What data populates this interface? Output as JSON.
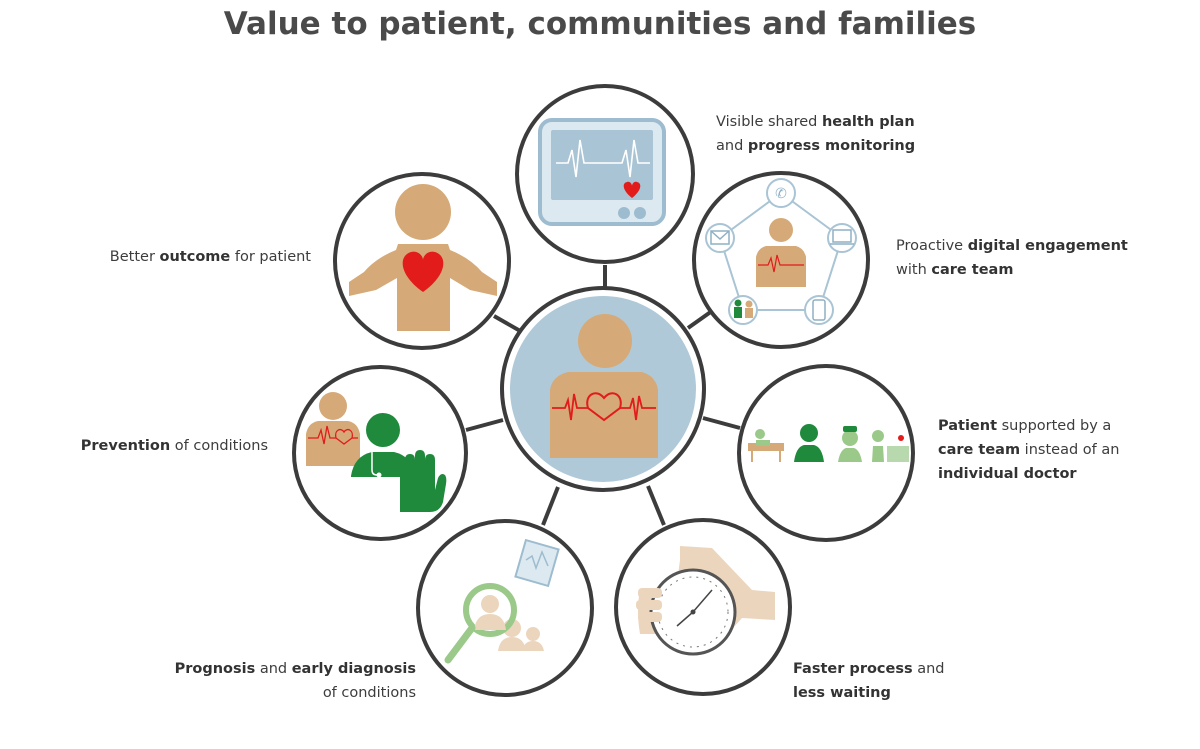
{
  "title": "Value to patient, communities and families",
  "colors": {
    "ring": "#3c3c3c",
    "center_fill": "#afc9d8",
    "skin": "#d5aa78",
    "heart": "#e21b1b",
    "green": "#1f8a3c",
    "light_green": "#9ac98a",
    "monitor_fill": "#dce9f0",
    "monitor_stroke": "#9dbccf",
    "hand": "#ecd5bd"
  },
  "labels": {
    "monitoring": {
      "t1": "Visible shared ",
      "b1": "health plan",
      "t2": "and ",
      "b2": "progress monitoring"
    },
    "digital": {
      "t1": "Proactive ",
      "b1": "digital engagement",
      "t2": "with ",
      "b2": "care team"
    },
    "outcome": {
      "t1": "Better ",
      "b1": "outcome",
      "t2": " for patient"
    },
    "prevention": {
      "b1": "Prevention",
      "t1": " of conditions"
    },
    "care_team": {
      "b1": "Patient",
      "t1": " supported by a",
      "b2": "care team",
      "t2": " instead of an",
      "b3": "individual doctor"
    },
    "prognosis": {
      "b1": "Prognosis",
      "t1": " and ",
      "b2": "early diagnosis",
      "t2": "of conditions"
    },
    "faster": {
      "b1": "Faster process",
      "t1": " and",
      "b2": "less waiting"
    }
  }
}
